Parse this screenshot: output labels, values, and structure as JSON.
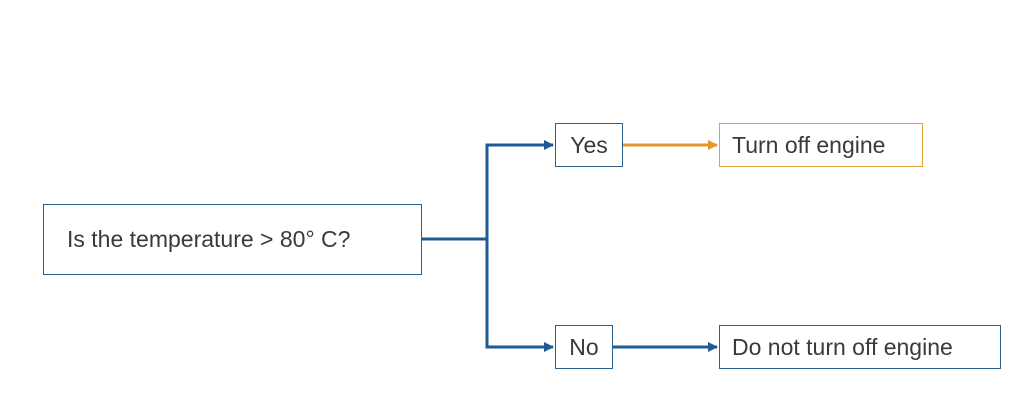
{
  "decision": {
    "question": "Is the temperature > 80° C?"
  },
  "branches": {
    "yes": {
      "label": "Yes",
      "outcome": "Turn off engine",
      "color": "#e8952b"
    },
    "no": {
      "label": "No",
      "outcome": "Do not turn off engine",
      "color": "#1f5a96"
    }
  },
  "colors": {
    "connector_blue": "#1f5a96",
    "connector_orange": "#e8952b",
    "box_border_blue": "#2e5f8a",
    "box_border_orange": "#e0a33a",
    "text": "#3a3a3a"
  }
}
